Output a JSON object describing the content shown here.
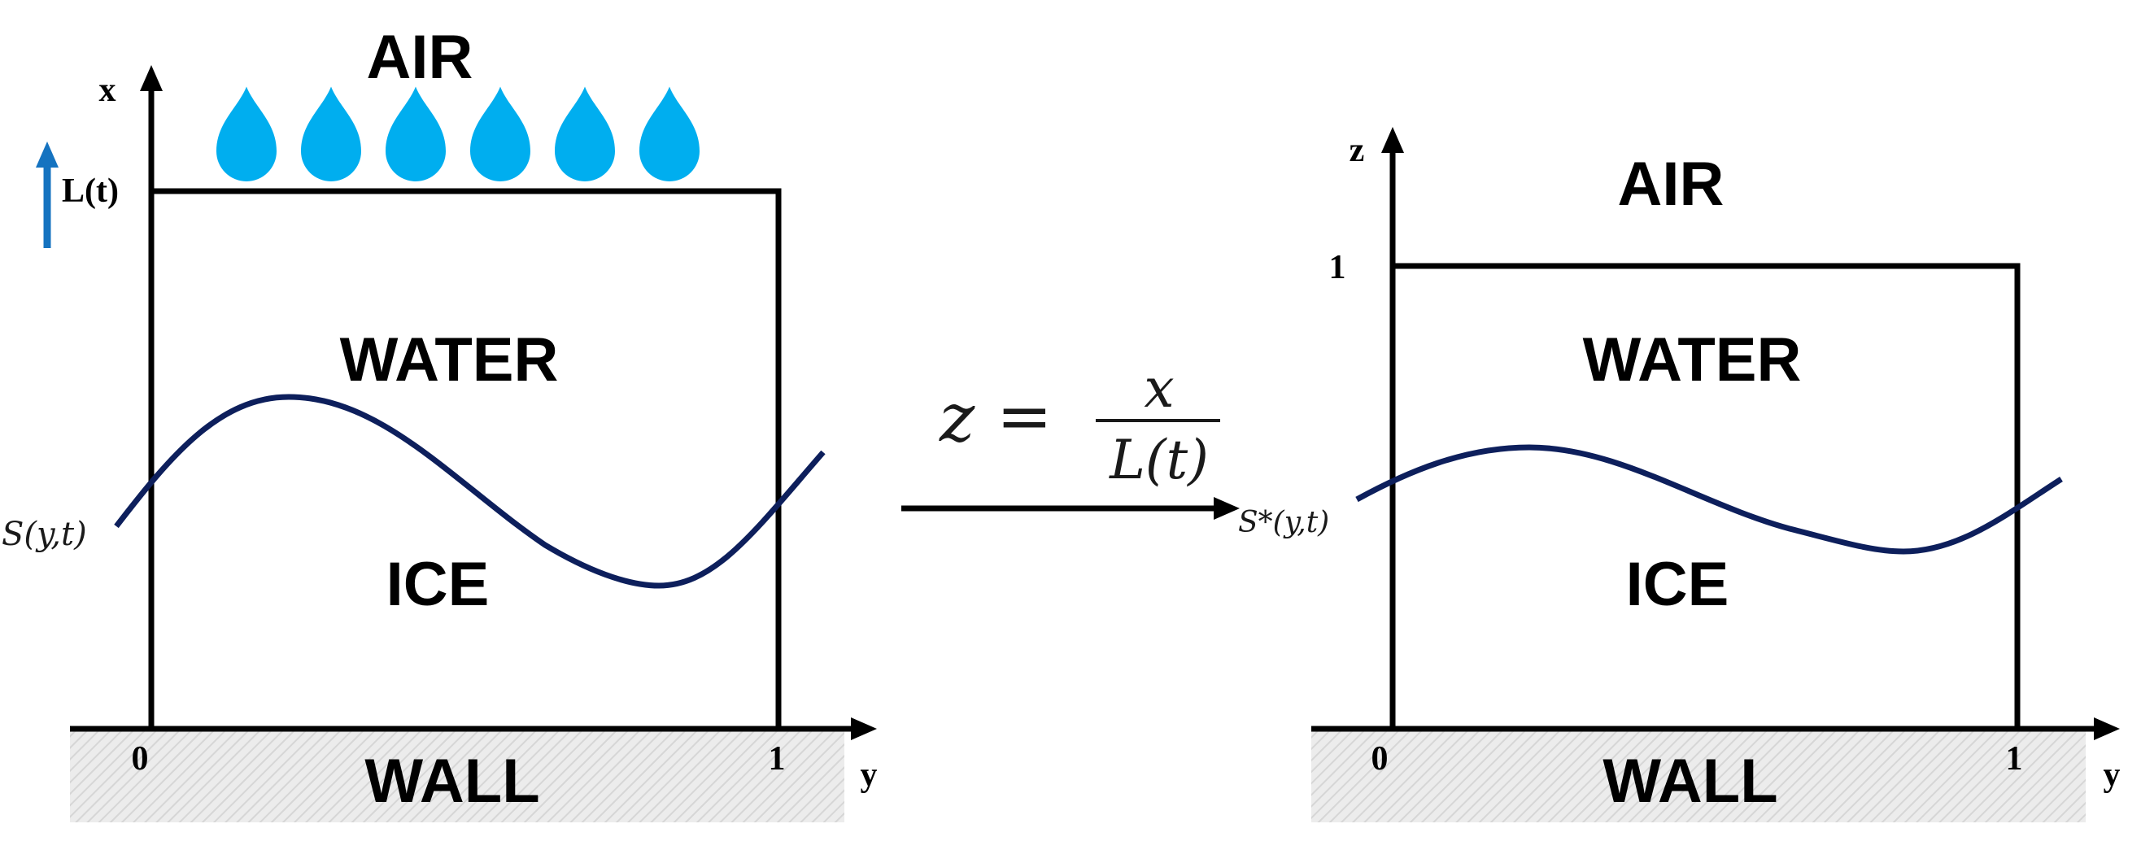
{
  "left_panel": {
    "regions": {
      "air": "AIR",
      "water": "WATER",
      "ice": "ICE",
      "wall": "WALL"
    },
    "axis_labels": {
      "vertical": "x",
      "horizontal": "y"
    },
    "ticks": {
      "origin": "0",
      "end": "1"
    },
    "height_label": "L(t)",
    "interface_label": "S(y,t)",
    "droplet_count": 6
  },
  "transform": {
    "lhs": "z",
    "equals": "=",
    "numerator": "x",
    "denominator": "L(t)"
  },
  "right_panel": {
    "regions": {
      "air": "AIR",
      "water": "WATER",
      "ice": "ICE",
      "wall": "WALL"
    },
    "axis_labels": {
      "vertical": "z",
      "horizontal": "y"
    },
    "ticks": {
      "origin": "0",
      "end": "1",
      "top": "1"
    },
    "interface_label": "S*(y,t)"
  },
  "colors": {
    "droplet": "#00aeef",
    "interface_curve": "#0d1f5c",
    "growth_arrow": "#1573c0",
    "wall_fill": "#e9e9e9",
    "lines": "#000000"
  }
}
